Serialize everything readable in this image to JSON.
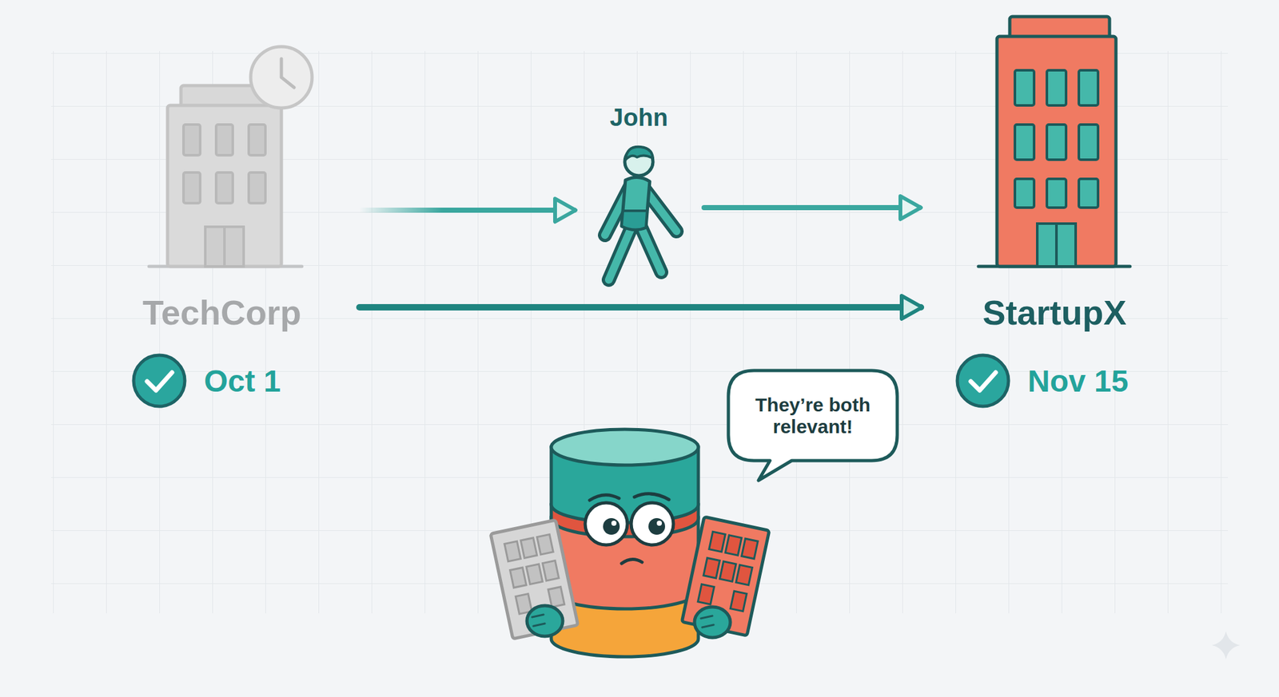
{
  "diagram": {
    "nodes": [
      {
        "text": [
          "TechCorp",
          "Oct 1"
        ]
      },
      {
        "text": [
          "John"
        ]
      },
      {
        "text": [
          "StartupX",
          "Nov 15"
        ]
      },
      {
        "text": [
          "They’re both relevant!"
        ]
      }
    ],
    "edges": [
      {
        "from": 0,
        "to": 1,
        "arrow": "to"
      },
      {
        "from": 1,
        "to": 2,
        "arrow": "to"
      },
      {
        "from": 0,
        "to": 2,
        "arrow": "to"
      }
    ]
  }
}
